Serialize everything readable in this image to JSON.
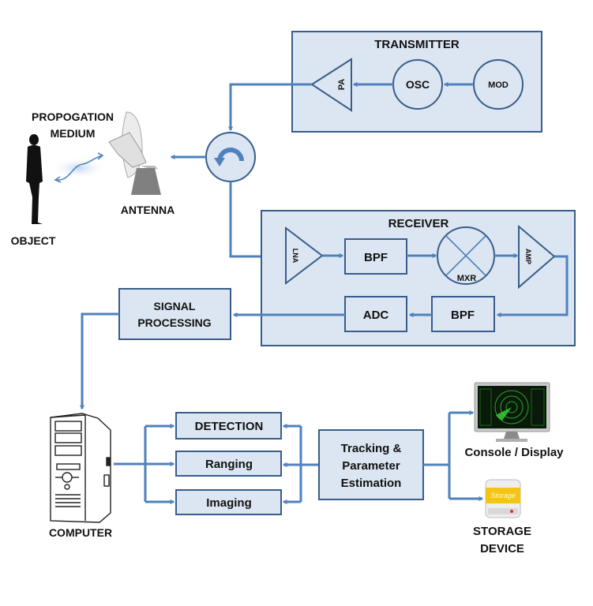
{
  "transmitter": {
    "title": "TRANSMITTER",
    "pa": "PA",
    "osc": "OSC",
    "mod": "MOD"
  },
  "front_end": {
    "propagation_line1": "PROPOGATION",
    "propagation_line2": "MEDIUM",
    "antenna": "ANTENNA",
    "object": "OBJECT"
  },
  "receiver": {
    "title": "RECEIVER",
    "lna": "LNA",
    "bpf1": "BPF",
    "mixer": "MXR",
    "amp": "AMP",
    "bpf2": "BPF",
    "adc": "ADC"
  },
  "signal_processing": {
    "line1": "SIGNAL",
    "line2": "PROCESSING"
  },
  "computer": {
    "label": "COMPUTER"
  },
  "outputs": {
    "detection": "DETECTION",
    "ranging": "Ranging",
    "imaging": "Imaging"
  },
  "tracking": {
    "line1": "Tracking &",
    "line2": "Parameter",
    "line3": "Estimation"
  },
  "sinks": {
    "console": "Console / Display",
    "storage_tag": "Storage",
    "storage_line1": "STORAGE",
    "storage_line2": "DEVICE"
  },
  "colors": {
    "box_fill": "#dce6f2",
    "box_stroke": "#385d8a",
    "wire": "#4f81bd"
  }
}
